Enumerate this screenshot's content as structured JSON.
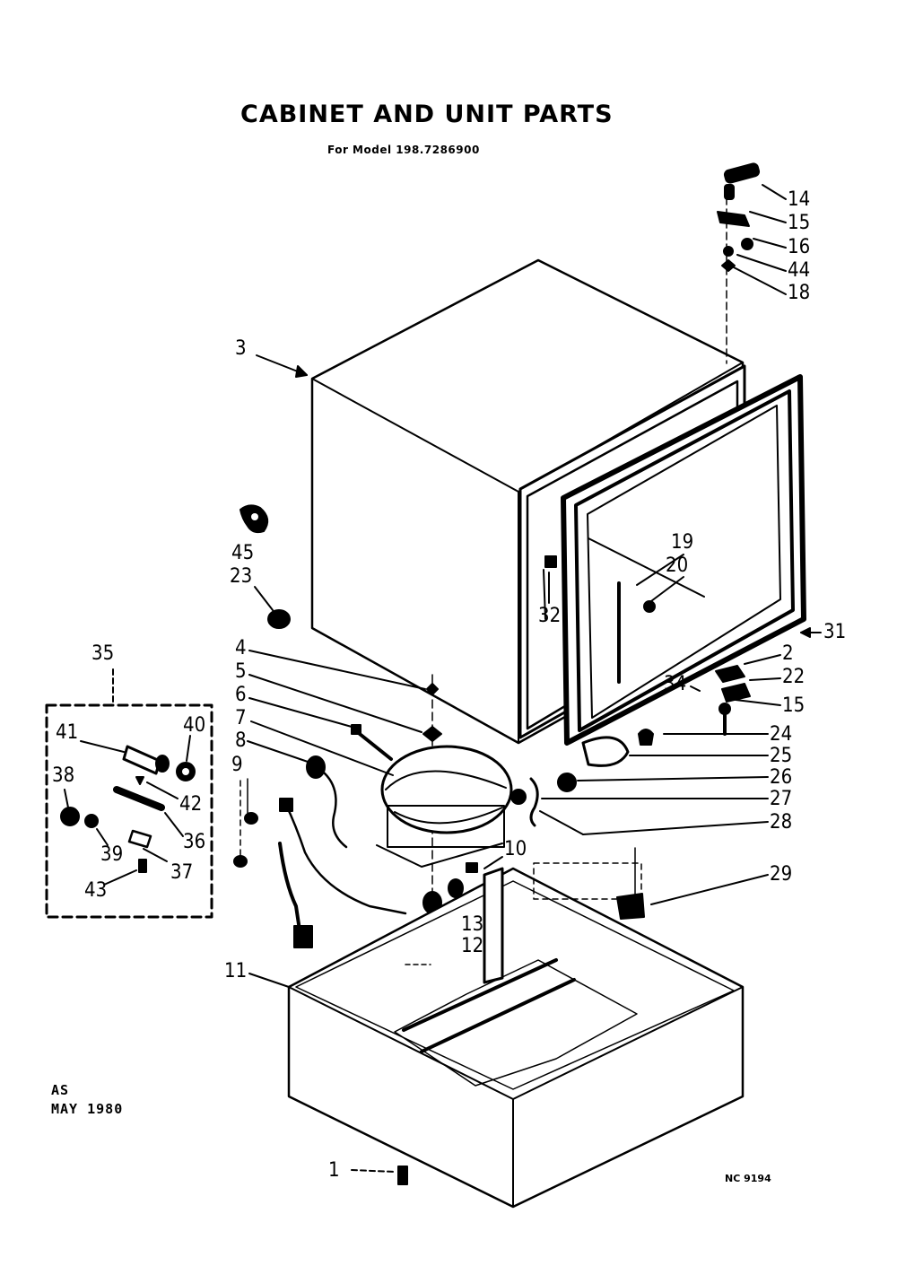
{
  "title": "CABINET AND UNIT PARTS",
  "subtitle": "For Model 198.7286900",
  "callouts": {
    "p1": "1",
    "p2": "2",
    "p3": "3",
    "p4": "4",
    "p5": "5",
    "p6": "6",
    "p7": "7",
    "p8": "8",
    "p9": "9",
    "p10": "10",
    "p11": "11",
    "p12": "12",
    "p13": "13",
    "p14": "14",
    "p15a": "15",
    "p15b": "15",
    "p16": "16",
    "p18": "18",
    "p19": "19",
    "p20": "20",
    "p22": "22",
    "p23": "23",
    "p24": "24",
    "p25": "25",
    "p26": "26",
    "p27": "27",
    "p28": "28",
    "p29": "29",
    "p31": "31",
    "p32": "32",
    "p34": "34",
    "p35": "35",
    "p36": "36",
    "p37": "37",
    "p38": "38",
    "p39": "39",
    "p40": "40",
    "p41": "41",
    "p42": "42",
    "p43": "43",
    "p44": "44",
    "p45": "45"
  },
  "footer": {
    "initials": "AS",
    "date": "MAY 1980",
    "code": "NC 9194"
  }
}
